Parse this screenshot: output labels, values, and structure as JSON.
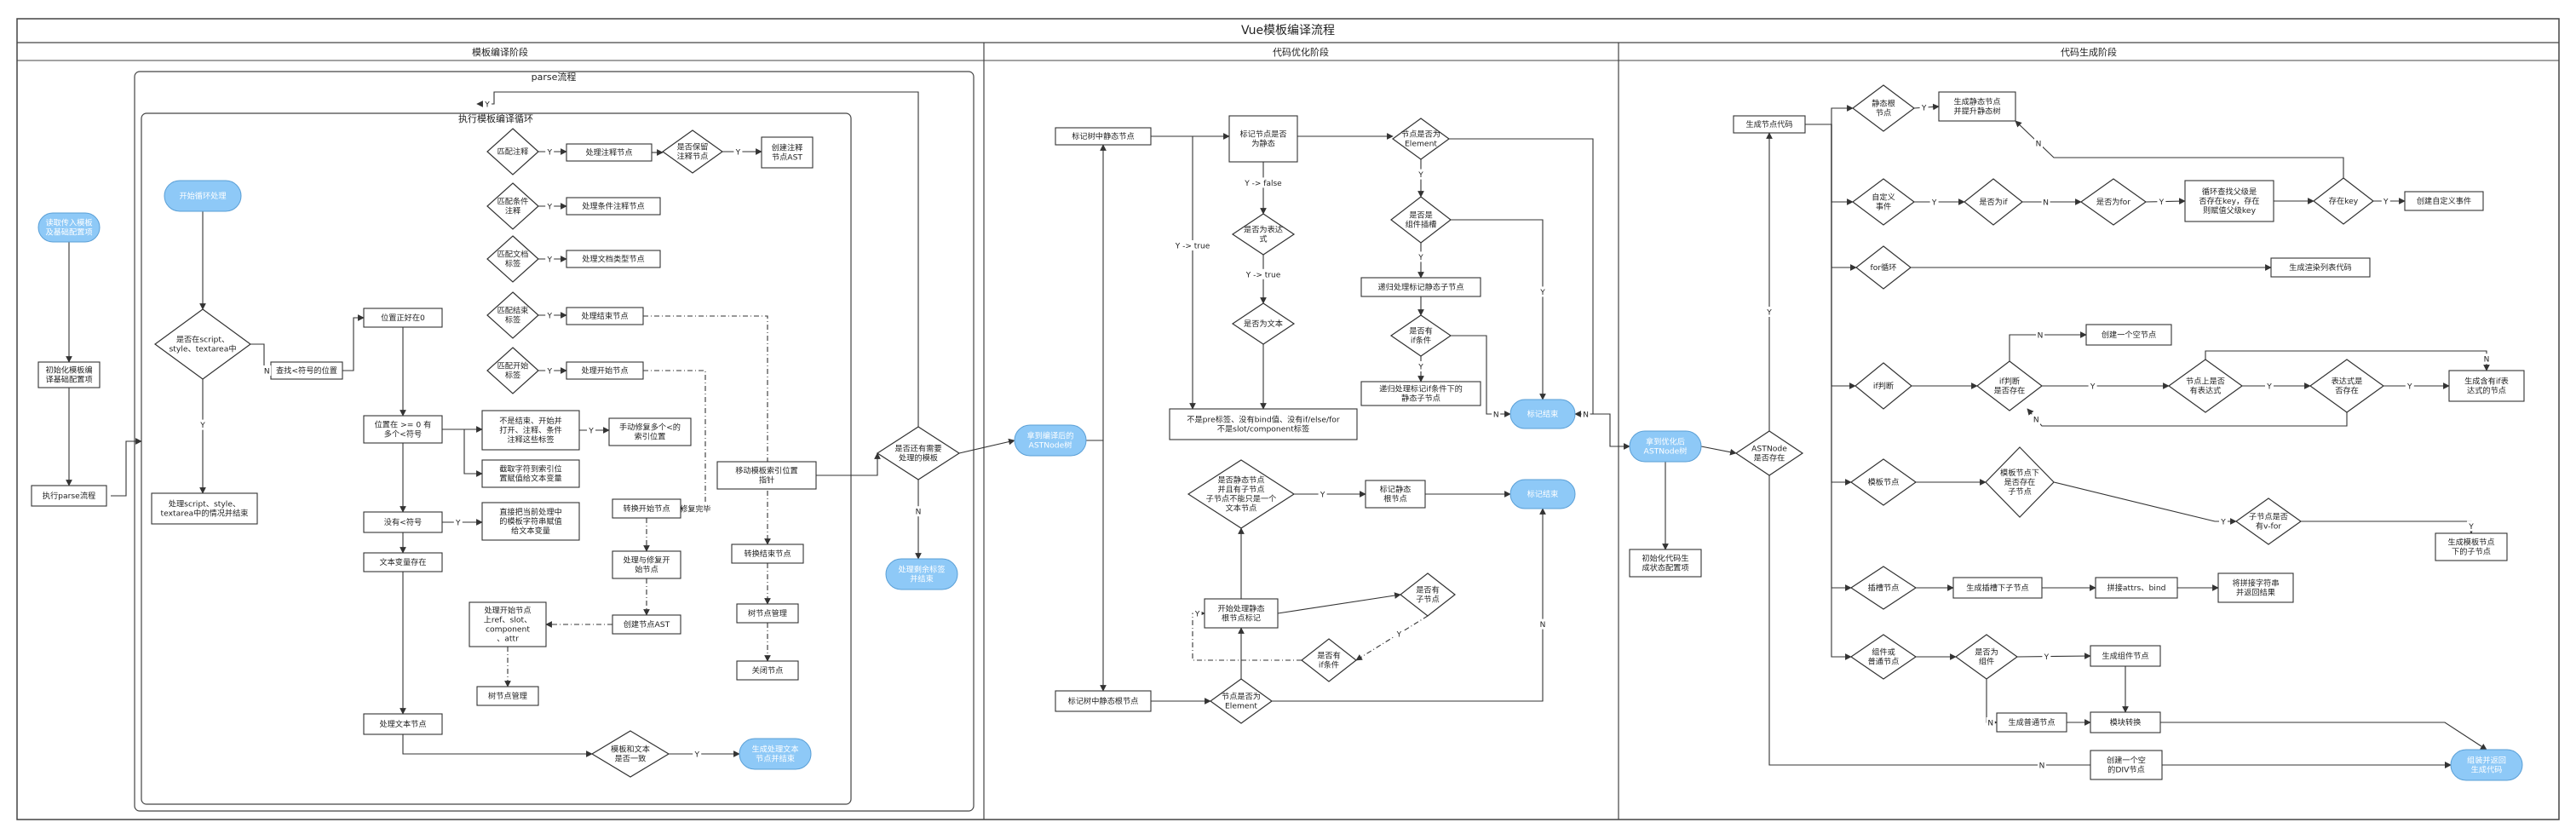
{
  "title": "Vue模板编译流程",
  "lanes": [
    {
      "id": "lane1",
      "title": "模板编译阶段"
    },
    {
      "id": "lane2",
      "title": "代码优化阶段"
    },
    {
      "id": "lane3",
      "title": "代码生成阶段"
    }
  ],
  "groups": [
    {
      "id": "g_parse",
      "label": "parse流程"
    },
    {
      "id": "g_loop",
      "label": "执行模板编译循环"
    }
  ],
  "colors": {
    "accent": "#8ec9f7",
    "accentText": "#ffffff",
    "line": "#333333",
    "frame": "#444444"
  },
  "nodes": [
    {
      "id": "n1",
      "type": "terminal",
      "text": "读取传入模板\n及基础配置项"
    },
    {
      "id": "n2",
      "type": "process",
      "text": "初始化模板编\n译基础配置项"
    },
    {
      "id": "n3",
      "type": "process",
      "text": "执行parse流程"
    },
    {
      "id": "n4",
      "type": "terminal",
      "text": "开始循环处理"
    },
    {
      "id": "n5",
      "type": "decision",
      "text": "是否在script、\nstyle、textarea中"
    },
    {
      "id": "n6",
      "type": "process",
      "text": "查找<符号的位置"
    },
    {
      "id": "n7",
      "type": "process",
      "text": "处理script、style、\ntextarea中的情况并结束"
    },
    {
      "id": "n8",
      "type": "process",
      "text": "位置正好在0"
    },
    {
      "id": "n9",
      "type": "process",
      "text": "位置在 >= 0 有\n多个<符号"
    },
    {
      "id": "n10",
      "type": "process",
      "text": "没有<符号"
    },
    {
      "id": "n11",
      "type": "process",
      "text": "文本变量存在"
    },
    {
      "id": "n12",
      "type": "process",
      "text": "处理文本节点"
    },
    {
      "id": "n13",
      "type": "decision",
      "text": "匹配注释"
    },
    {
      "id": "n14",
      "type": "decision",
      "text": "匹配条件\n注释"
    },
    {
      "id": "n15",
      "type": "decision",
      "text": "匹配文档\n标签"
    },
    {
      "id": "n16",
      "type": "decision",
      "text": "匹配结束\n标签"
    },
    {
      "id": "n17",
      "type": "decision",
      "text": "匹配开始\n标签"
    },
    {
      "id": "n18",
      "type": "process",
      "text": "处理注释节点"
    },
    {
      "id": "n19",
      "type": "process",
      "text": "处理条件注释节点"
    },
    {
      "id": "n20",
      "type": "process",
      "text": "处理文档类型节点"
    },
    {
      "id": "n21",
      "type": "process",
      "text": "处理结束节点"
    },
    {
      "id": "n22",
      "type": "process",
      "text": "处理开始节点"
    },
    {
      "id": "n23",
      "type": "decision",
      "text": "是否保留\n注释节点"
    },
    {
      "id": "n24",
      "type": "process",
      "text": "创建注释\n节点AST"
    },
    {
      "id": "n25",
      "type": "process",
      "text": "不是结束、开始并\n打开、注释、条件\n注释这些标签"
    },
    {
      "id": "n26",
      "type": "process",
      "text": "手动修复多个<的\n索引位置"
    },
    {
      "id": "n27",
      "type": "process",
      "text": "截取字符到索引位\n置赋值给文本变量"
    },
    {
      "id": "n28",
      "type": "process",
      "text": "直接把当前处理中\n的模板字符串赋值\n给文本变量"
    },
    {
      "id": "n29",
      "type": "process",
      "text": "移动模板索引位置\n指针"
    },
    {
      "id": "n30",
      "type": "process",
      "text": "转换开始节点"
    },
    {
      "id": "n31",
      "type": "process",
      "text": "处理与修复开\n始节点"
    },
    {
      "id": "n32",
      "type": "process",
      "text": "创建节点AST"
    },
    {
      "id": "n33",
      "type": "process",
      "text": "处理开始节点\n上ref、slot、\ncomponent\n、attr"
    },
    {
      "id": "n34",
      "type": "process",
      "text": "树节点管理"
    },
    {
      "id": "n35",
      "type": "process",
      "text": "转换结束节点"
    },
    {
      "id": "n36",
      "type": "process",
      "text": "树节点管理"
    },
    {
      "id": "n37",
      "type": "process",
      "text": "关闭节点"
    },
    {
      "id": "n38",
      "type": "decision",
      "text": "模板和文本\n是否一致"
    },
    {
      "id": "n39",
      "type": "terminal",
      "text": "生成处理文本\n节点并结束"
    },
    {
      "id": "n40",
      "type": "decision",
      "text": "是否还有需要\n处理的模板"
    },
    {
      "id": "n41",
      "type": "terminal",
      "text": "处理剩余标签\n并结束"
    },
    {
      "id": "n42",
      "type": "terminal",
      "text": "拿到编译后的\nASTNode树"
    },
    {
      "id": "n43",
      "type": "process",
      "text": "标记树中静态节点"
    },
    {
      "id": "n44",
      "type": "process",
      "text": "标记节点是否\n为静态"
    },
    {
      "id": "n45",
      "type": "decision",
      "text": "是否为表达\n式"
    },
    {
      "id": "n46",
      "type": "decision",
      "text": "是否为文本"
    },
    {
      "id": "n47",
      "type": "process",
      "text": "不是pre标签、没有bind值、没有if/else/for\n不是slot/component标签"
    },
    {
      "id": "n48",
      "type": "decision",
      "text": "节点是否为\nElement"
    },
    {
      "id": "n49",
      "type": "decision",
      "text": "是否是\n组件插槽"
    },
    {
      "id": "n50",
      "type": "process",
      "text": "递归处理标记静态子节点"
    },
    {
      "id": "n51",
      "type": "decision",
      "text": "是否有\nif条件"
    },
    {
      "id": "n52",
      "type": "process",
      "text": "递归处理标记if条件下的\n静态子节点"
    },
    {
      "id": "n53",
      "type": "terminal",
      "text": "标记结束"
    },
    {
      "id": "n54",
      "type": "decision",
      "text": "是否静态节点\n并且有子节点\n子节点不能只是一个\n文本节点"
    },
    {
      "id": "n55",
      "type": "process",
      "text": "标记静态\n根节点"
    },
    {
      "id": "n56",
      "type": "process",
      "text": "开始处理静态\n根节点标记"
    },
    {
      "id": "n57",
      "type": "decision",
      "text": "是否有\n子节点"
    },
    {
      "id": "n58",
      "type": "decision",
      "text": "是否有\nif条件"
    },
    {
      "id": "n59",
      "type": "decision",
      "text": "节点是否为\nElement"
    },
    {
      "id": "n60",
      "type": "process",
      "text": "标记树中静态根节点"
    },
    {
      "id": "n61",
      "type": "terminal",
      "text": "标记结束"
    },
    {
      "id": "n62",
      "type": "terminal",
      "text": "拿到优化后\nASTNode树"
    },
    {
      "id": "n63",
      "type": "process",
      "text": "初始化代码生\n成状态配置项"
    },
    {
      "id": "n64",
      "type": "decision",
      "text": "ASTNode\n是否存在"
    },
    {
      "id": "n65",
      "type": "process",
      "text": "生成节点代码"
    },
    {
      "id": "n66",
      "type": "decision",
      "text": "静态根\n节点"
    },
    {
      "id": "n67",
      "type": "process",
      "text": "生成静态节点\n并提升静态树"
    },
    {
      "id": "n68",
      "type": "decision",
      "text": "自定义\n事件"
    },
    {
      "id": "n69",
      "type": "decision",
      "text": "是否为if"
    },
    {
      "id": "n70",
      "type": "decision",
      "text": "是否为for"
    },
    {
      "id": "n71",
      "type": "process",
      "text": "循环查找父级是\n否存在key，存在\n则赋值父级key"
    },
    {
      "id": "n72",
      "type": "decision",
      "text": "存在key"
    },
    {
      "id": "n73",
      "type": "process",
      "text": "创建自定义事件"
    },
    {
      "id": "n74",
      "type": "decision",
      "text": "for循环"
    },
    {
      "id": "n75",
      "type": "process",
      "text": "生成渲染列表代码"
    },
    {
      "id": "n76",
      "type": "decision",
      "text": "if判断"
    },
    {
      "id": "n77",
      "type": "process",
      "text": "创建一个空节点"
    },
    {
      "id": "n78",
      "type": "decision",
      "text": "if判断\n是否存在"
    },
    {
      "id": "n79",
      "type": "decision",
      "text": "节点上是否\n有表达式"
    },
    {
      "id": "n80",
      "type": "decision",
      "text": "表达式是\n否存在"
    },
    {
      "id": "n81",
      "type": "process",
      "text": "生成含有if表\n达式的节点"
    },
    {
      "id": "n82",
      "type": "decision",
      "text": "模板节点"
    },
    {
      "id": "n83",
      "type": "decision",
      "text": "模板节点下\n是否存在\n子节点"
    },
    {
      "id": "n84",
      "type": "decision",
      "text": "子节点是否\n有v-for"
    },
    {
      "id": "n85",
      "type": "process",
      "text": "生成模板节点\n下的子节点"
    },
    {
      "id": "n86",
      "type": "decision",
      "text": "插槽节点"
    },
    {
      "id": "n87",
      "type": "process",
      "text": "生成插槽下子节点"
    },
    {
      "id": "n88",
      "type": "process",
      "text": "拼接attrs、bind"
    },
    {
      "id": "n89",
      "type": "process",
      "text": "将拼接字符串\n并返回结果"
    },
    {
      "id": "n90",
      "type": "decision",
      "text": "组件或\n普通节点"
    },
    {
      "id": "n91",
      "type": "decision",
      "text": "是否为\n组件"
    },
    {
      "id": "n92",
      "type": "process",
      "text": "生成组件节点"
    },
    {
      "id": "n93",
      "type": "process",
      "text": "生成普通节点"
    },
    {
      "id": "n94",
      "type": "process",
      "text": "模块转换"
    },
    {
      "id": "n95",
      "type": "process",
      "text": "创建一个空\n的DIV节点"
    },
    {
      "id": "n96",
      "type": "terminal",
      "text": "组装并返回\n生成代码"
    }
  ],
  "edges": [
    {
      "from": "n1",
      "to": "n2",
      "label": ""
    },
    {
      "from": "n2",
      "to": "n3",
      "label": ""
    },
    {
      "from": "n3",
      "to": "n4",
      "label": ""
    },
    {
      "from": "n4",
      "to": "n5",
      "label": ""
    },
    {
      "from": "n5",
      "to": "n6",
      "label": "N"
    },
    {
      "from": "n5",
      "to": "n7",
      "label": "Y"
    },
    {
      "from": "n6",
      "to": "n8",
      "label": ""
    },
    {
      "from": "n8",
      "to": "n9",
      "label": ""
    },
    {
      "from": "n9",
      "to": "n10",
      "label": ""
    },
    {
      "from": "n10",
      "to": "n11",
      "label": ""
    },
    {
      "from": "n11",
      "to": "n12",
      "label": ""
    },
    {
      "from": "n12",
      "to": "n38",
      "label": ""
    },
    {
      "from": "n13",
      "to": "n18",
      "label": "Y"
    },
    {
      "from": "n18",
      "to": "n23",
      "label": ""
    },
    {
      "from": "n23",
      "to": "n24",
      "label": "Y"
    },
    {
      "from": "n14",
      "to": "n19",
      "label": "Y"
    },
    {
      "from": "n15",
      "to": "n20",
      "label": "Y"
    },
    {
      "from": "n16",
      "to": "n21",
      "label": "Y"
    },
    {
      "from": "n17",
      "to": "n22",
      "label": "Y"
    },
    {
      "from": "n9",
      "to": "n25",
      "label": ""
    },
    {
      "from": "n25",
      "to": "n26",
      "label": "Y"
    },
    {
      "from": "n9",
      "to": "n27",
      "label": ""
    },
    {
      "from": "n10",
      "to": "n28",
      "label": "Y"
    },
    {
      "from": "n29",
      "to": "n40",
      "label": ""
    },
    {
      "from": "n22",
      "to": "n30",
      "label": "修复完毕"
    },
    {
      "from": "n30",
      "to": "n31",
      "label": ""
    },
    {
      "from": "n31",
      "to": "n32",
      "label": ""
    },
    {
      "from": "n32",
      "to": "n33",
      "label": ""
    },
    {
      "from": "n33",
      "to": "n34",
      "label": ""
    },
    {
      "from": "n21",
      "to": "n35",
      "label": ""
    },
    {
      "from": "n35",
      "to": "n36",
      "label": ""
    },
    {
      "from": "n36",
      "to": "n37",
      "label": ""
    },
    {
      "from": "n38",
      "to": "n39",
      "label": "Y"
    },
    {
      "from": "n40",
      "to": "n41",
      "label": "N"
    },
    {
      "from": "n40",
      "to": "n3",
      "label": "Y"
    },
    {
      "from": "n40",
      "to": "n42",
      "label": ""
    },
    {
      "from": "n42",
      "to": "n43",
      "label": ""
    },
    {
      "from": "n42",
      "to": "n60",
      "label": ""
    },
    {
      "from": "n43",
      "to": "n44",
      "label": ""
    },
    {
      "from": "n44",
      "to": "n48",
      "label": ""
    },
    {
      "from": "n44",
      "to": "n45",
      "label": "Y -> false"
    },
    {
      "from": "n45",
      "to": "n46",
      "label": "Y -> true"
    },
    {
      "from": "n46",
      "to": "n47",
      "label": ""
    },
    {
      "from": "n43",
      "to": "n47",
      "label": "Y -> true"
    },
    {
      "from": "n48",
      "to": "n49",
      "label": "Y"
    },
    {
      "from": "n49",
      "to": "n50",
      "label": "Y"
    },
    {
      "from": "n50",
      "to": "n51",
      "label": ""
    },
    {
      "from": "n51",
      "to": "n52",
      "label": "Y"
    },
    {
      "from": "n51",
      "to": "n53",
      "label": "N"
    },
    {
      "from": "n48",
      "to": "n53",
      "label": "N"
    },
    {
      "from": "n49",
      "to": "n53",
      "label": "Y"
    },
    {
      "from": "n60",
      "to": "n59",
      "label": ""
    },
    {
      "from": "n59",
      "to": "n56",
      "label": ""
    },
    {
      "from": "n56",
      "to": "n54",
      "label": ""
    },
    {
      "from": "n54",
      "to": "n55",
      "label": "Y"
    },
    {
      "from": "n55",
      "to": "n61",
      "label": ""
    },
    {
      "from": "n56",
      "to": "n57",
      "label": ""
    },
    {
      "from": "n57",
      "to": "n58",
      "label": "Y"
    },
    {
      "from": "n58",
      "to": "n56",
      "label": "Y"
    },
    {
      "from": "n59",
      "to": "n61",
      "label": "N"
    },
    {
      "from": "n53",
      "to": "n62",
      "label": ""
    },
    {
      "from": "n62",
      "to": "n63",
      "label": ""
    },
    {
      "from": "n62",
      "to": "n64",
      "label": ""
    },
    {
      "from": "n64",
      "to": "n65",
      "label": "Y"
    },
    {
      "from": "n64",
      "to": "n96",
      "label": "N"
    },
    {
      "from": "n65",
      "to": "n66",
      "label": ""
    },
    {
      "from": "n66",
      "to": "n67",
      "label": "Y"
    },
    {
      "from": "n65",
      "to": "n68",
      "label": ""
    },
    {
      "from": "n68",
      "to": "n69",
      "label": "Y"
    },
    {
      "from": "n69",
      "to": "n70",
      "label": "N"
    },
    {
      "from": "n70",
      "to": "n71",
      "label": "Y"
    },
    {
      "from": "n71",
      "to": "n72",
      "label": ""
    },
    {
      "from": "n72",
      "to": "n73",
      "label": "Y"
    },
    {
      "from": "n72",
      "to": "n67",
      "label": "N"
    },
    {
      "from": "n65",
      "to": "n74",
      "label": ""
    },
    {
      "from": "n74",
      "to": "n75",
      "label": ""
    },
    {
      "from": "n65",
      "to": "n76",
      "label": ""
    },
    {
      "from": "n76",
      "to": "n78",
      "label": ""
    },
    {
      "from": "n78",
      "to": "n77",
      "label": "N"
    },
    {
      "from": "n78",
      "to": "n79",
      "label": "Y"
    },
    {
      "from": "n79",
      "to": "n80",
      "label": "Y"
    },
    {
      "from": "n80",
      "to": "n81",
      "label": "Y"
    },
    {
      "from": "n79",
      "to": "n81",
      "label": "N"
    },
    {
      "from": "n80",
      "to": "n78",
      "label": "N"
    },
    {
      "from": "n65",
      "to": "n82",
      "label": ""
    },
    {
      "from": "n82",
      "to": "n83",
      "label": ""
    },
    {
      "from": "n83",
      "to": "n84",
      "label": "Y"
    },
    {
      "from": "n84",
      "to": "n85",
      "label": "Y"
    },
    {
      "from": "n65",
      "to": "n86",
      "label": ""
    },
    {
      "from": "n86",
      "to": "n87",
      "label": ""
    },
    {
      "from": "n87",
      "to": "n88",
      "label": ""
    },
    {
      "from": "n88",
      "to": "n89",
      "label": ""
    },
    {
      "from": "n65",
      "to": "n90",
      "label": ""
    },
    {
      "from": "n90",
      "to": "n91",
      "label": ""
    },
    {
      "from": "n91",
      "to": "n92",
      "label": "Y"
    },
    {
      "from": "n91",
      "to": "n93",
      "label": "N"
    },
    {
      "from": "n92",
      "to": "n94",
      "label": ""
    },
    {
      "from": "n93",
      "to": "n94",
      "label": ""
    },
    {
      "from": "n94",
      "to": "n96",
      "label": ""
    },
    {
      "from": "n95",
      "to": "n96",
      "label": ""
    }
  ]
}
